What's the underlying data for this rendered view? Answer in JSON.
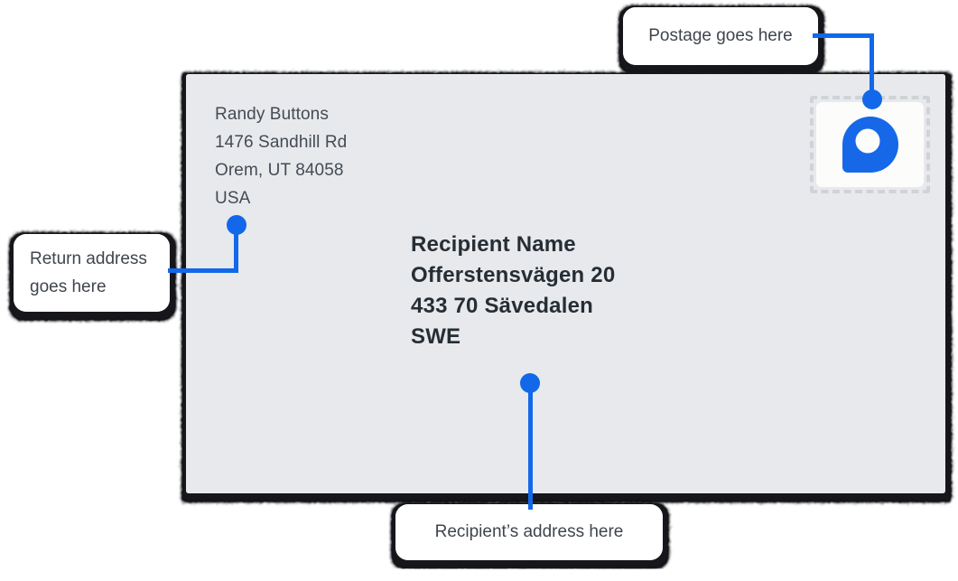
{
  "envelope": {
    "return_address": {
      "lines": [
        "Randy Buttons",
        "1476 Sandhill Rd",
        "Orem, UT 84058",
        "USA"
      ]
    },
    "recipient_address": {
      "lines": [
        "Recipient Name",
        "Offerstensvägen 20",
        "433 70 Sävedalen",
        "SWE"
      ]
    },
    "stamp": {
      "logo_icon": "drop-pin-logo",
      "logo_color": "#1268E9"
    }
  },
  "callouts": {
    "postage": {
      "label": "Postage goes here"
    },
    "return": {
      "label": "Return address goes here"
    },
    "recipient": {
      "label": "Recipient’s address here"
    }
  },
  "colors": {
    "accent_blue": "#1268E9",
    "envelope_gray": "#E7E9EC",
    "shadow_black": "#15161A",
    "return_text": "#454B54",
    "recipient_text": "#282D34",
    "callout_text": "#3F454D",
    "stamp_background": "#FCFCFB",
    "perforation_gray": "#CFD3D8"
  }
}
